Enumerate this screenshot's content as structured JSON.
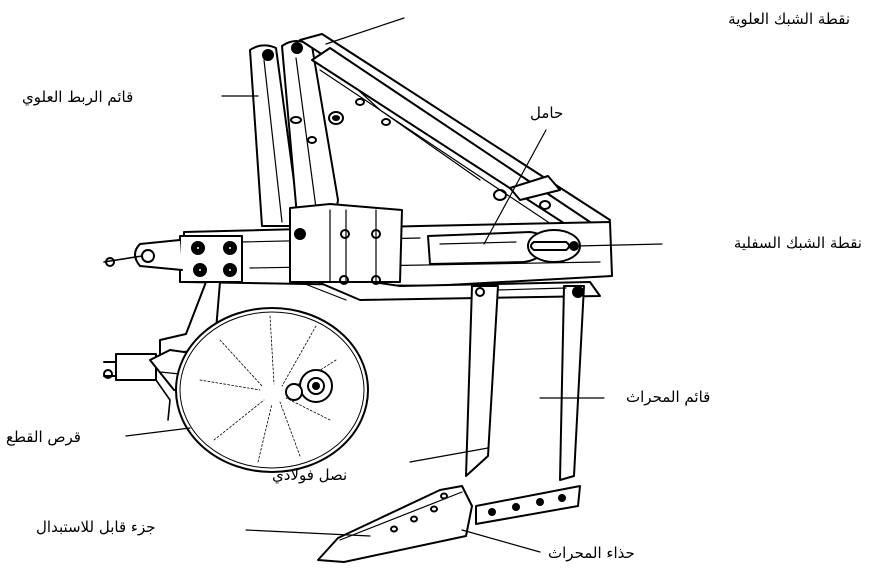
{
  "diagram": {
    "labels": {
      "upper_hitch_point": "نقطة الشبك العلوية",
      "upper_link_mast": "قائم الربط العلوي",
      "carrier": "حامل",
      "lower_hitch_point": "نقطة الشبك السفلية",
      "plow_standard": "قائم المحراث",
      "cutting_disc": "قرص القطع",
      "steel_blade": "نصل فولاذي",
      "replaceable_part": "جزء قابل للاستبدال",
      "plow_shoe": "حذاء المحراث"
    },
    "colors": {
      "ink": "#000000",
      "paper": "#ffffff"
    }
  }
}
